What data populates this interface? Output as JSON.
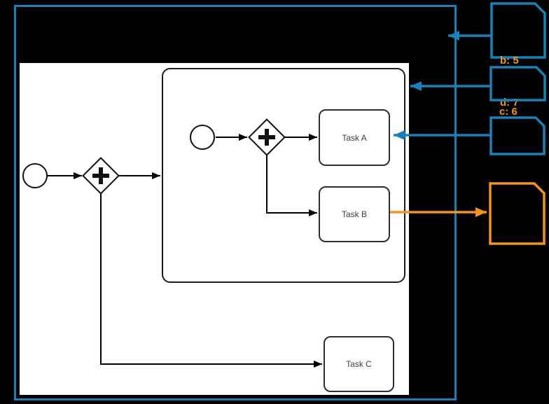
{
  "colors": {
    "accent-blue": "#1881b7",
    "accent-orange": "#f7941e",
    "flow-black": "#000000",
    "canvas-white": "#ffffff",
    "background": "#000000",
    "task-text": "#404040"
  },
  "diagram": {
    "tasks": {
      "a": {
        "label": "Task A"
      },
      "b": {
        "label": "Task B"
      },
      "c": {
        "label": "Task C"
      }
    },
    "annotations": {
      "bd": {
        "line1": "b: 5",
        "line2": "d: 7"
      },
      "c": {
        "line1": "c: 6"
      }
    }
  }
}
